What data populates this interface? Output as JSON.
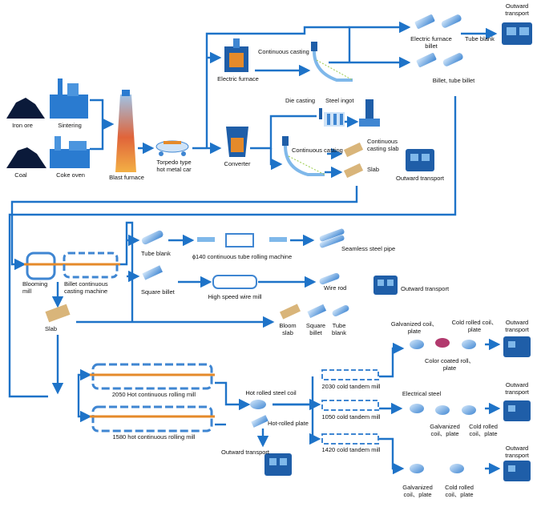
{
  "colors": {
    "flow": "#1e73c8",
    "light": "#7fb8ea",
    "orange": "#e58a2a",
    "dark": "#0d2f6e"
  },
  "labels": {
    "iron_ore": "Iron ore",
    "sintering": "Sintering",
    "coal": "Coal",
    "coke_oven": "Coke oven",
    "blast_furnace": "Blast furnace",
    "torpedo_car": "Torpedo type\nhot metal car",
    "electric_furnace": "Electric furnace",
    "converter": "Converter",
    "continuous_casting_top": "Continuous casting",
    "continuous_casting_mid": "Continuous casting",
    "electric_furnace_billet": "Electric furnace\nbillet",
    "tube_blank_top": "Tube blank",
    "billet_tube_billet": "Billet, tube billet",
    "outward_transport_top": "Outward\ntransport",
    "die_casting": "Die casting",
    "steel_ingot": "Steel ingot",
    "continuous_casting_slab": "Continuous\ncasting slab",
    "slab_top": "Slab",
    "outward_transport_mid": "Outward transport",
    "blooming_mill": "Blooming\nmill",
    "billet_continuous": "Billet continuous\ncasting machine",
    "tube_blank_mid": "Tube blank",
    "tube_rolling": "ϕ140 continuous tube rolling machine",
    "seamless_pipe": "Seamless steel pipe",
    "square_billet": "Square billet",
    "wire_mill": "High speed wire mill",
    "wire_rod": "Wire rod",
    "outward_transport_wire": "Outward transport",
    "slab_mid": "Slab",
    "bloom_slab": "Bloom\nslab",
    "square_billet_b": "Square\nbillet",
    "tube_blank_b": "Tube\nblank",
    "galvanized_1": "Galvanized coil、\nplate",
    "cold_rolled_1": "Cold rolled coil、\nplate",
    "outward_r1": "Outward\ntransport",
    "color_coated": "Color coated roll、\nplate",
    "hot_rolled_coil": "Hot rolled steel coil",
    "hot_rolled_plate": "Hot-rolled plate",
    "mill_2050": "2050 Hot continuous rolling mill",
    "mill_1580": "1580 hot continuous rolling mill",
    "tandem_2030": "2030 cold tandem mill",
    "tandem_1050": "1050 cold tandem mill",
    "tandem_1420": "1420 cold tandem mill",
    "electrical_steel": "Electrical steel",
    "galvanized_2": "Galvanized\ncoil、plate",
    "cold_rolled_2": "Cold rolled\ncoil、plate",
    "outward_r2": "Outward\ntransport",
    "outward_r3": "Outward\ntransport",
    "outward_bottom": "Outward transport",
    "galvanized_3": "Galvanized\ncoil、plate",
    "cold_rolled_3": "Cold rolled\ncoil、plate"
  }
}
